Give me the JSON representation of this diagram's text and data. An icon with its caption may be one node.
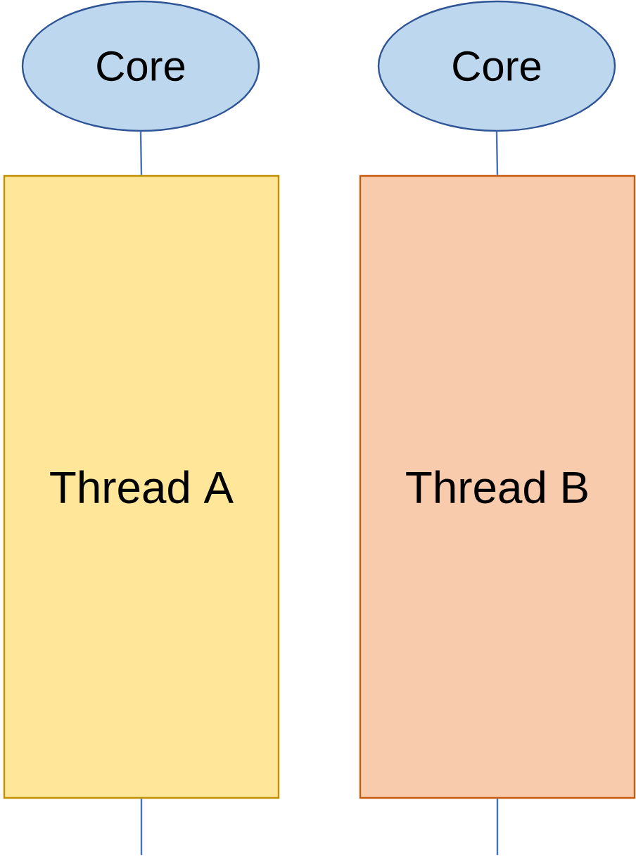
{
  "diagram": {
    "nodes": [
      {
        "text": [
          "Core"
        ]
      },
      {
        "text": [
          "Core"
        ]
      },
      {
        "text": [
          "Thread A"
        ]
      },
      {
        "text": [
          "Thread B"
        ]
      }
    ],
    "edges": [
      {
        "from": 0,
        "to": 2,
        "arrow": "none"
      },
      {
        "from": 1,
        "to": 3,
        "arrow": "none"
      },
      {
        "from": 2,
        "to": null,
        "arrow": "none"
      },
      {
        "from": 3,
        "to": null,
        "arrow": "none"
      }
    ]
  }
}
